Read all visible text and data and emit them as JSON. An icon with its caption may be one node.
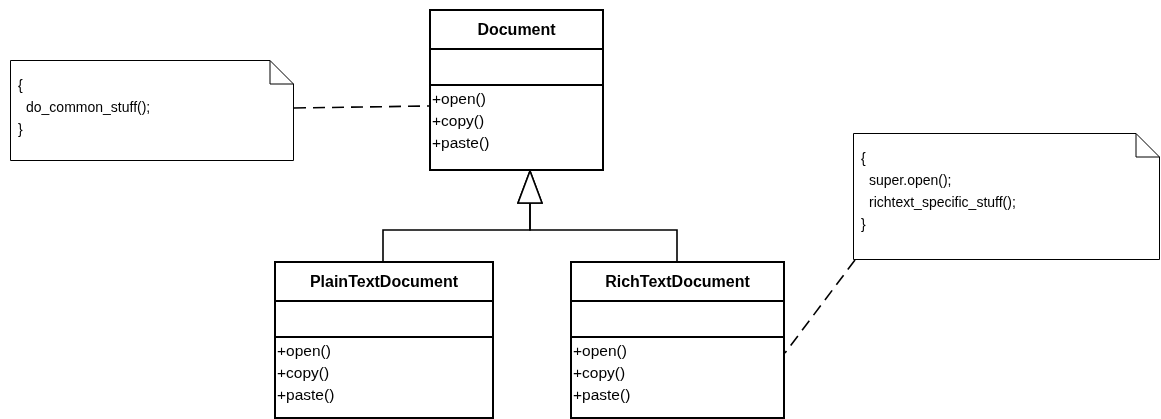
{
  "diagram": {
    "nodes": [
      {
        "text": [
          "{",
          "do_common_stuff();",
          "}"
        ]
      },
      {
        "text": [
          "Document",
          "+open()",
          "+copy()",
          "+paste()"
        ]
      },
      {
        "text": [
          "PlainTextDocument",
          "+open()",
          "+copy()",
          "+paste()"
        ]
      },
      {
        "text": [
          "RichTextDocument",
          "+open()",
          "+copy()",
          "+paste()"
        ]
      },
      {
        "text": [
          "{",
          "super.open();",
          "richtext_specific_stuff();",
          "}"
        ]
      }
    ],
    "edges": [
      {
        "from": 0,
        "to": 1,
        "arrow": "none",
        "style": "dashed"
      },
      {
        "from": 2,
        "to": 1,
        "arrow": "to"
      },
      {
        "from": 3,
        "to": 1,
        "arrow": "to"
      },
      {
        "from": 4,
        "to": 3,
        "arrow": "none",
        "style": "dashed"
      }
    ]
  }
}
